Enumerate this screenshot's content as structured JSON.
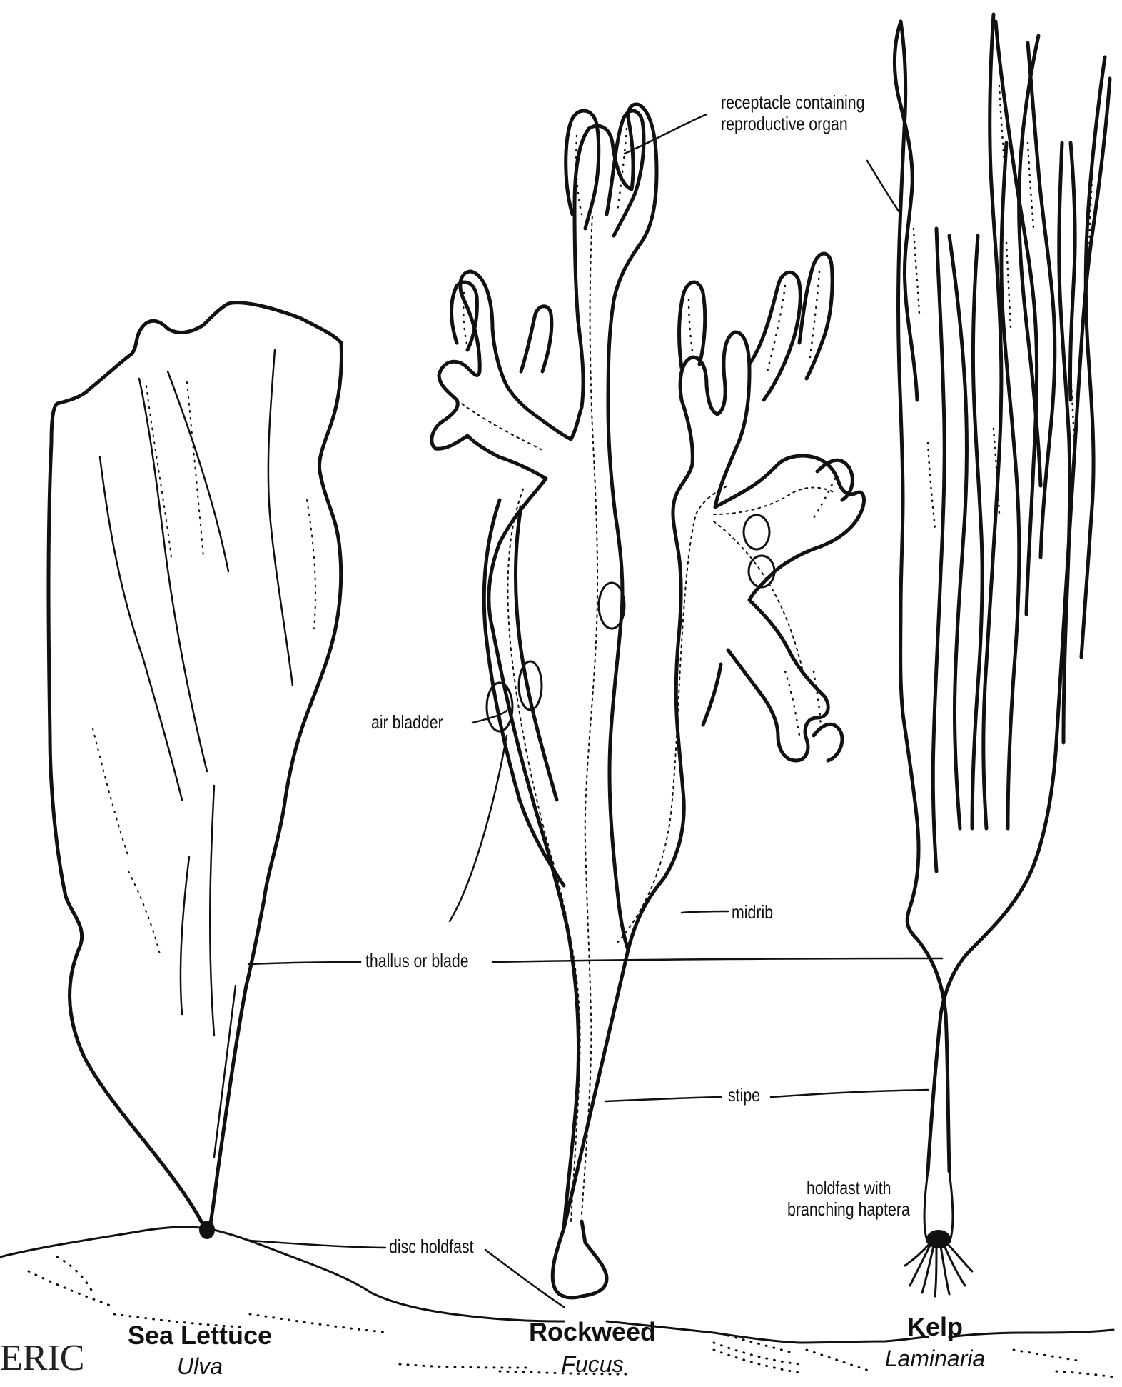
{
  "labels": {
    "receptacle": [
      "receptacle containing",
      "reproductive organ"
    ],
    "air_bladder": "air bladder",
    "midrib": "midrib",
    "thallus": "thallus or blade",
    "stipe": "stipe",
    "disc_holdfast": "disc holdfast",
    "holdfast_haptera": [
      "holdfast with",
      "branching haptera"
    ]
  },
  "organisms": [
    {
      "common_name": "Sea Lettuce",
      "scientific_name": "Ulva"
    },
    {
      "common_name": "Rockweed",
      "scientific_name": "Fucus"
    },
    {
      "common_name": "Kelp",
      "scientific_name": "Laminaria"
    }
  ],
  "logo": "ERIC",
  "colors": {
    "ink": "#111111",
    "background": "#ffffff"
  }
}
